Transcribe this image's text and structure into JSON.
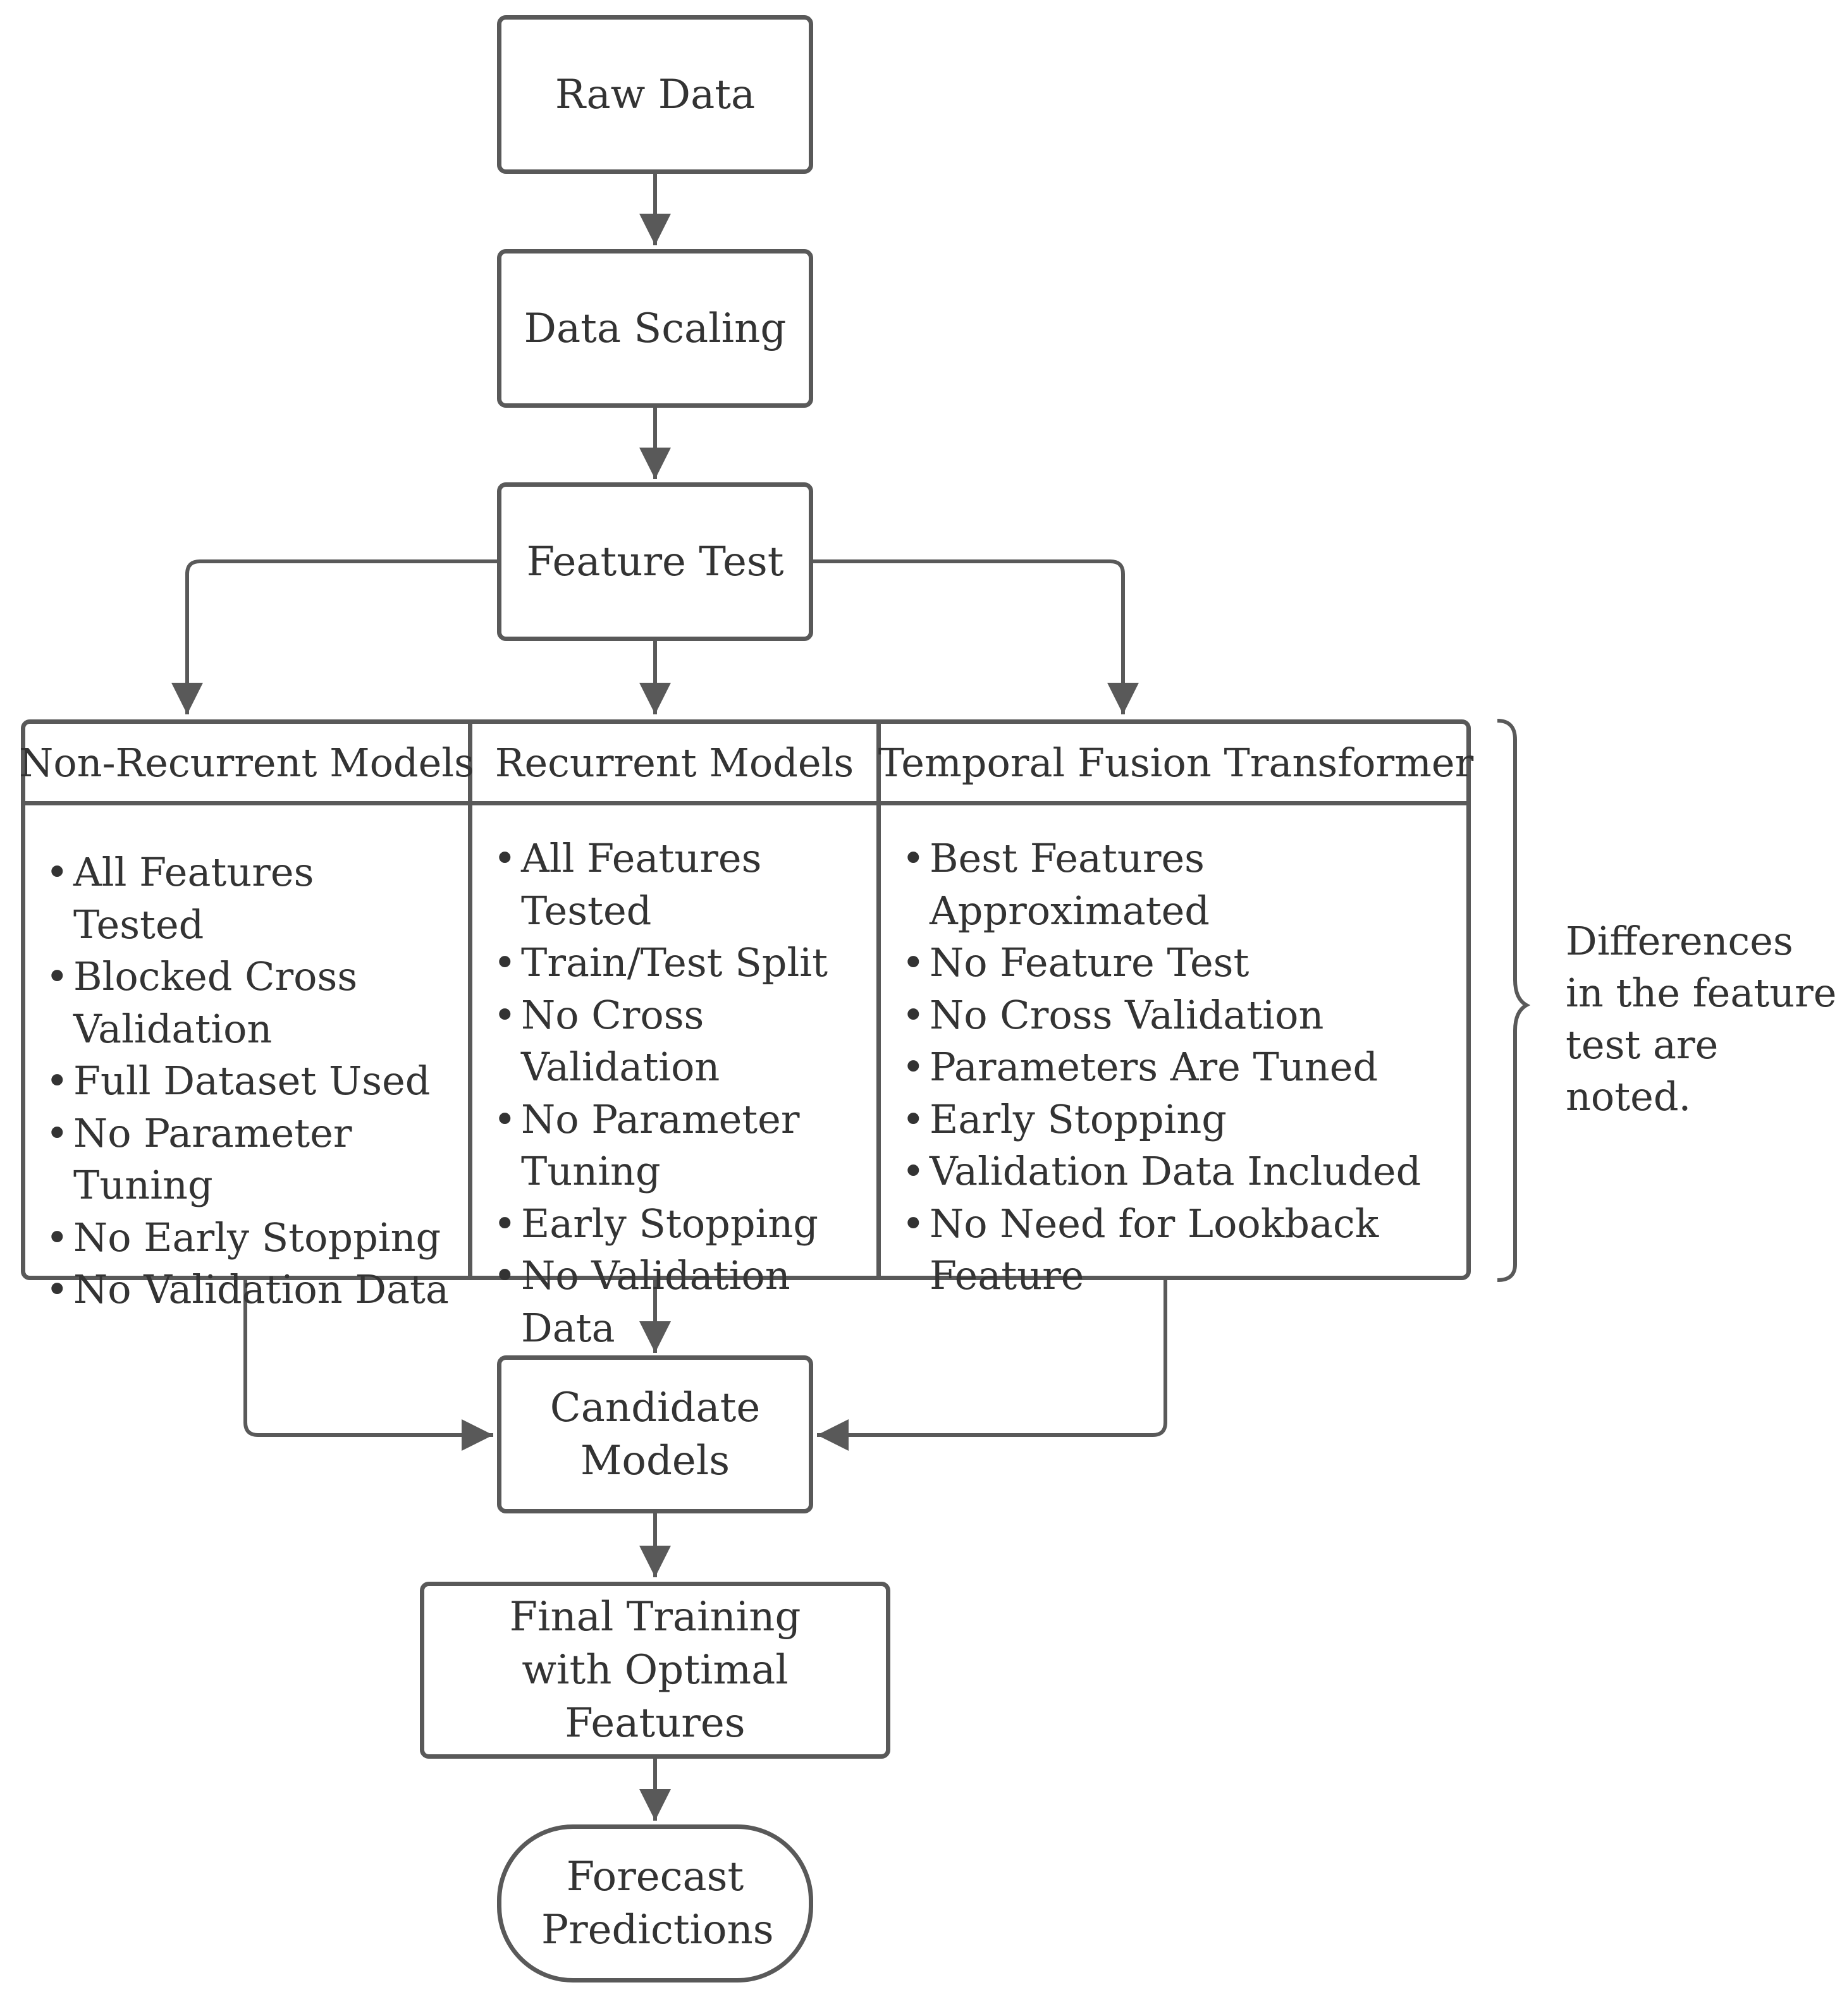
{
  "nodes": {
    "raw_data": "Raw Data",
    "data_scaling": "Data Scaling",
    "feature_test": "Feature Test",
    "candidate_models": "Candidate Models",
    "final_training": "Final Training with Optimal Features",
    "forecast_predictions": "Forecast Predictions"
  },
  "model_groups": [
    {
      "title": "Non-Recurrent Models",
      "items": [
        "All Features Tested",
        "Blocked Cross Validation",
        "Full Dataset Used",
        "No Parameter Tuning",
        "No Early Stopping",
        "No Validation Data"
      ]
    },
    {
      "title": "Recurrent Models",
      "items": [
        "All Features Tested",
        "Train/Test Split",
        "No Cross Validation",
        "No Parameter Tuning",
        "Early Stopping",
        "No Validation Data"
      ]
    },
    {
      "title": "Temporal Fusion Transformer",
      "items": [
        "Best Features Approximated",
        "No Feature Test",
        "No Cross Validation",
        "Parameters Are Tuned",
        "Early Stopping",
        "Validation Data Included",
        "No Need for Lookback Feature"
      ]
    }
  ],
  "brace_note": "Differences in the feature test are noted."
}
